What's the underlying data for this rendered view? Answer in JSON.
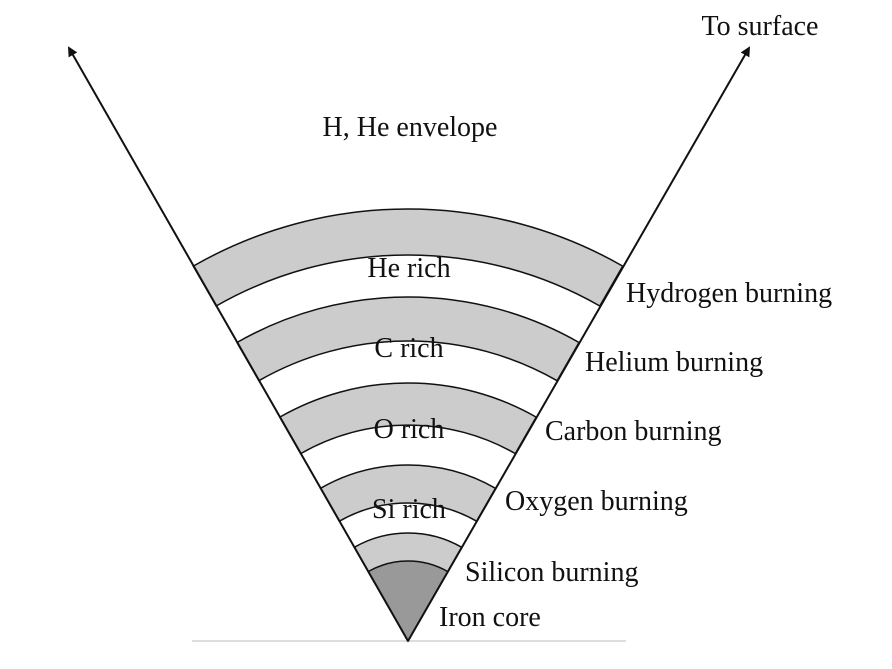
{
  "labels": {
    "surface": "To surface",
    "envelope": "H, He envelope",
    "he_rich": "He rich",
    "c_rich": "C rich",
    "o_rich": "O rich",
    "si_rich": "Si rich",
    "iron_core": "Iron core"
  },
  "shells": [
    {
      "name": "Hydrogen burning"
    },
    {
      "name": "Helium burning"
    },
    {
      "name": "Carbon burning"
    },
    {
      "name": "Oxygen burning"
    },
    {
      "name": "Silicon burning"
    }
  ],
  "colors": {
    "burning_shell": "#cccccc",
    "iron_core": "#999999",
    "outline": "#111111"
  }
}
